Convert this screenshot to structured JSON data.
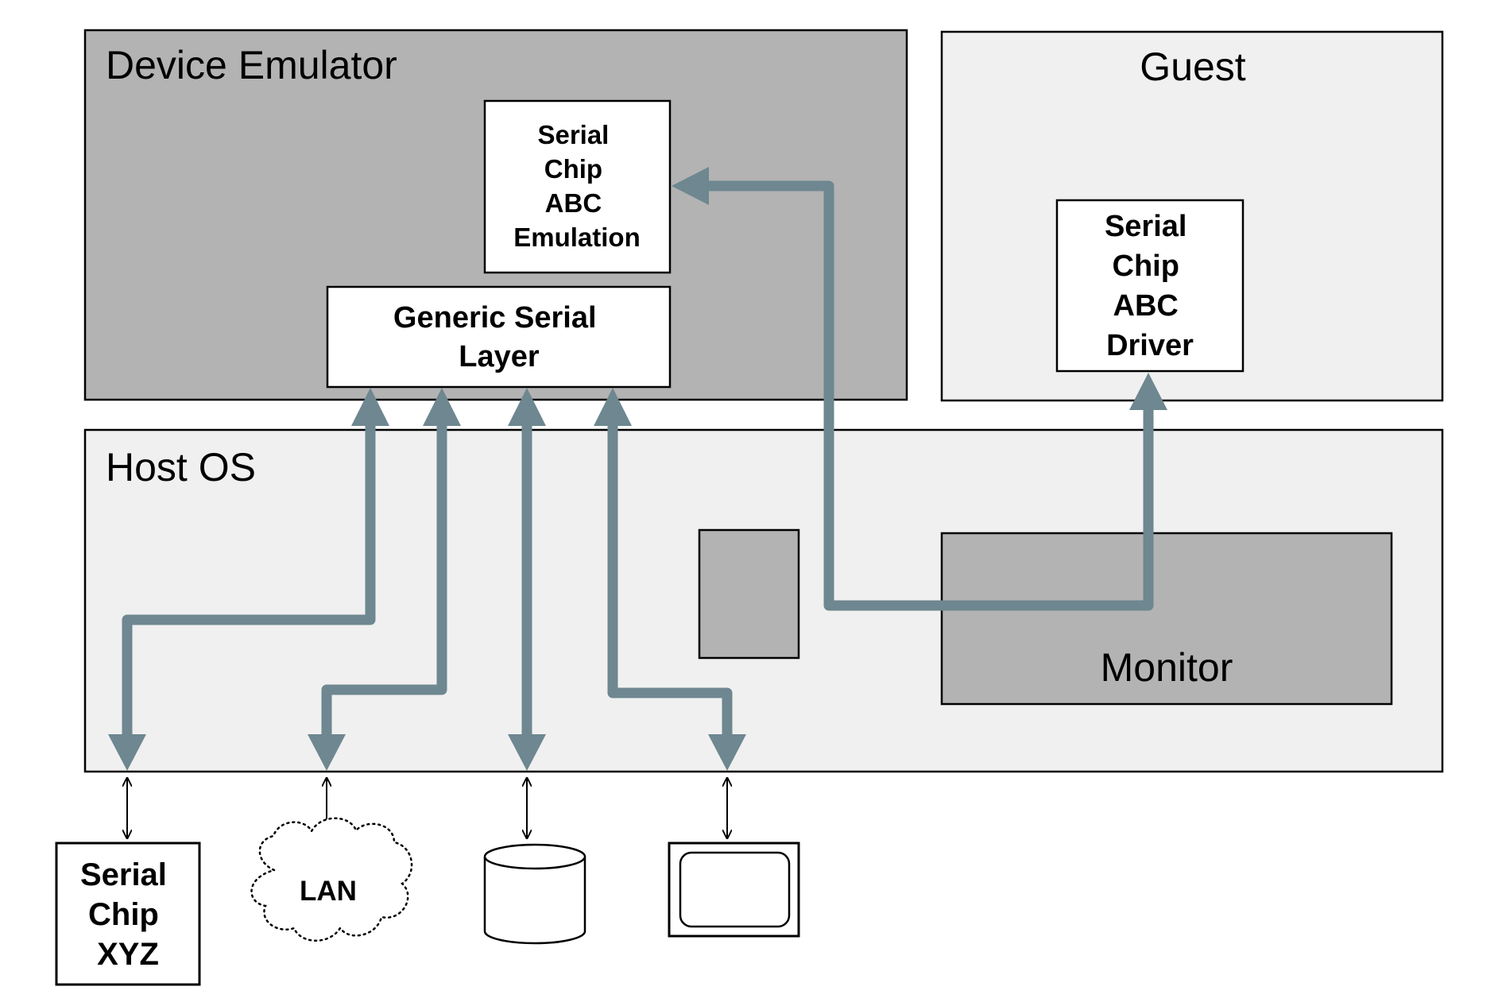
{
  "containers": {
    "device_emulator": "Device Emulator",
    "guest": "Guest",
    "host_os": "Host OS",
    "monitor": "Monitor"
  },
  "components": {
    "serial_chip_abc_emulation": [
      "Serial",
      "Chip",
      "ABC",
      "Emulation"
    ],
    "generic_serial_layer": [
      "Generic Serial",
      "Layer"
    ],
    "serial_chip_abc_driver": [
      "Serial",
      "Chip",
      "ABC",
      "Driver"
    ]
  },
  "devices": {
    "serial_chip_xyz": [
      "Serial",
      "Chip",
      "XYZ"
    ],
    "lan": "LAN"
  },
  "colors": {
    "emulator_fill": "#b3b3b3",
    "host_fill": "#f0f0f0",
    "flow_arrow": "#6e8790",
    "stroke": "#000000",
    "box_fill": "#ffffff"
  },
  "icons": {
    "disk": "cylinder-icon",
    "display": "monitor-screen-icon",
    "network": "cloud-icon"
  }
}
